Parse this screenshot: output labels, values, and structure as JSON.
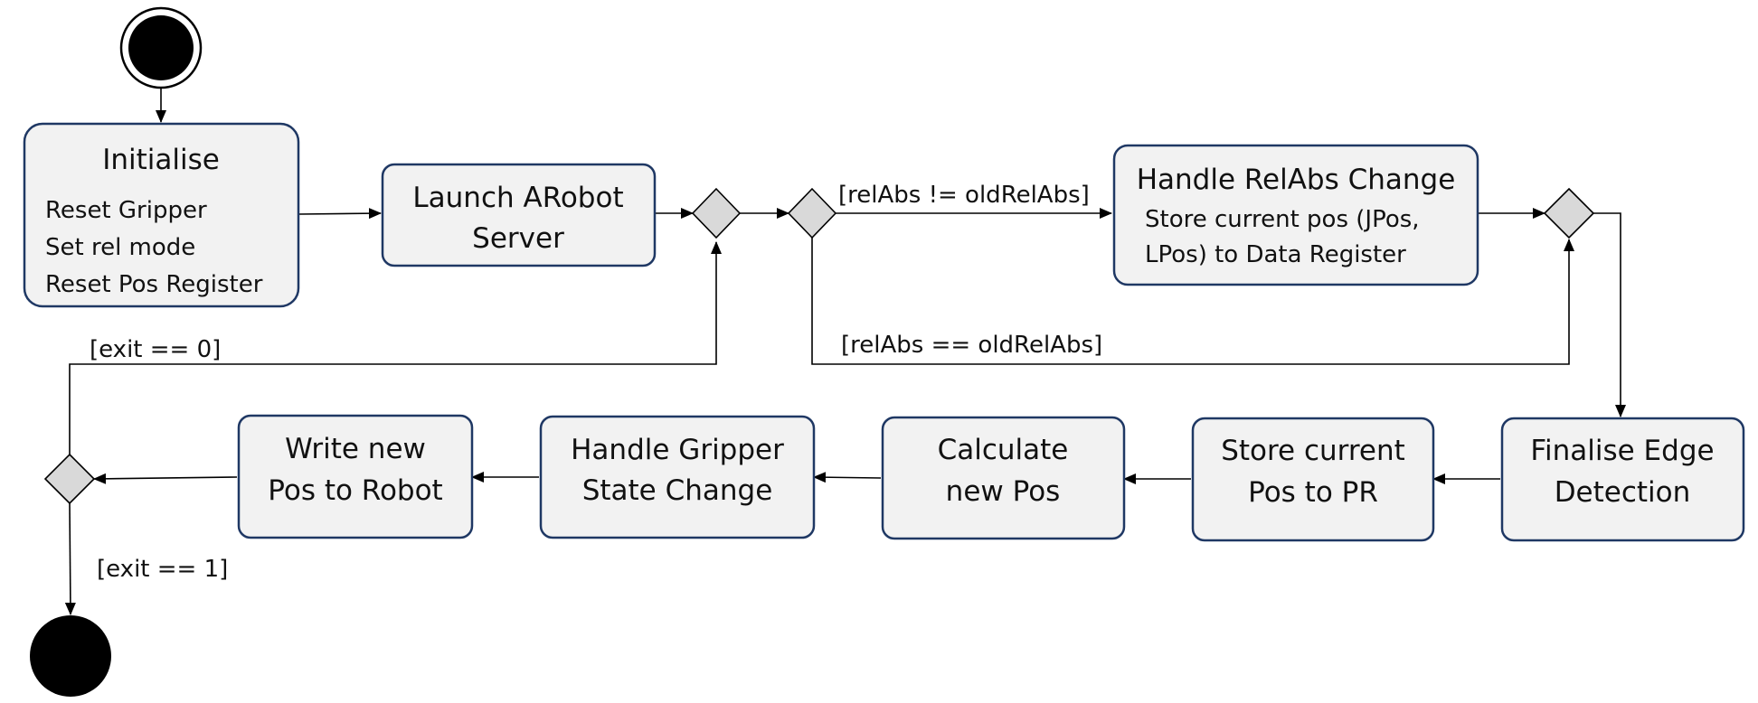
{
  "diagram": {
    "initialise": {
      "title": "Initialise",
      "lines": [
        "Reset Gripper",
        "Set rel mode",
        "Reset Pos Register"
      ]
    },
    "launch": {
      "lines": [
        "Launch ARobot",
        "Server"
      ]
    },
    "handle_relabs": {
      "title": "Handle RelAbs Change",
      "lines": [
        "Store current pos (JPos,",
        "LPos) to Data Register"
      ]
    },
    "finalise": {
      "lines": [
        "Finalise Edge",
        "Detection"
      ]
    },
    "store_pr": {
      "lines": [
        "Store current",
        "Pos to PR"
      ]
    },
    "calculate": {
      "lines": [
        "Calculate",
        "new Pos"
      ]
    },
    "gripper": {
      "lines": [
        "Handle Gripper",
        "State Change"
      ]
    },
    "write": {
      "lines": [
        "Write new",
        "Pos to Robot"
      ]
    },
    "guards": {
      "rel_neq": "[relAbs != oldRelAbs]",
      "rel_eq": "[relAbs == oldRelAbs]",
      "exit0": "[exit == 0]",
      "exit1": "[exit == 1]"
    }
  }
}
